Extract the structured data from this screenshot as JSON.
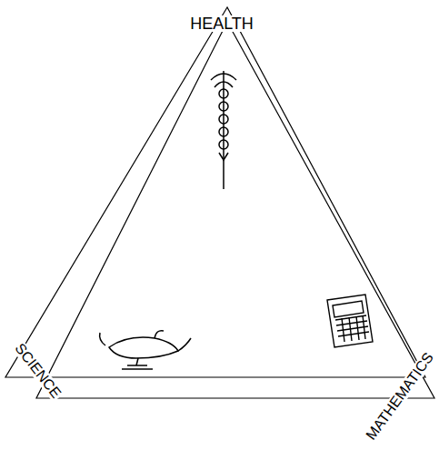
{
  "diagram": {
    "labels": [
      "HEALTH",
      "SCIENCE",
      "MATHEMATICS"
    ]
  }
}
